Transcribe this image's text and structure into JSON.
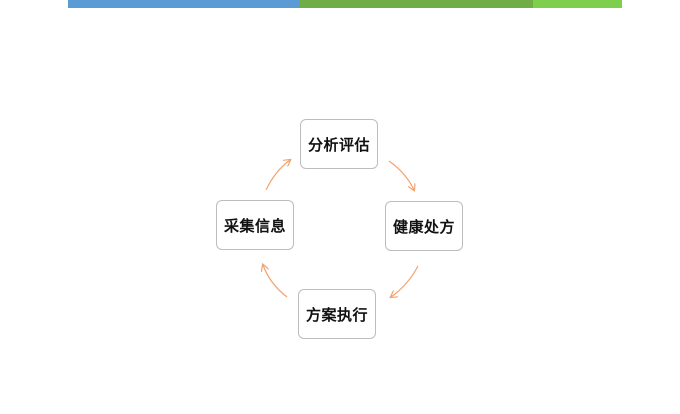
{
  "colors": {
    "bar_blue": "#5b9bd5",
    "bar_green": "#70ad47",
    "bar_light_green": "#7fcf4f",
    "arrow": "#f4a26c"
  },
  "cycle": {
    "nodes": [
      {
        "id": "top",
        "label": "分析评估"
      },
      {
        "id": "right",
        "label": "健康处方"
      },
      {
        "id": "bottom",
        "label": "方案执行"
      },
      {
        "id": "left",
        "label": "采集信息"
      }
    ]
  }
}
